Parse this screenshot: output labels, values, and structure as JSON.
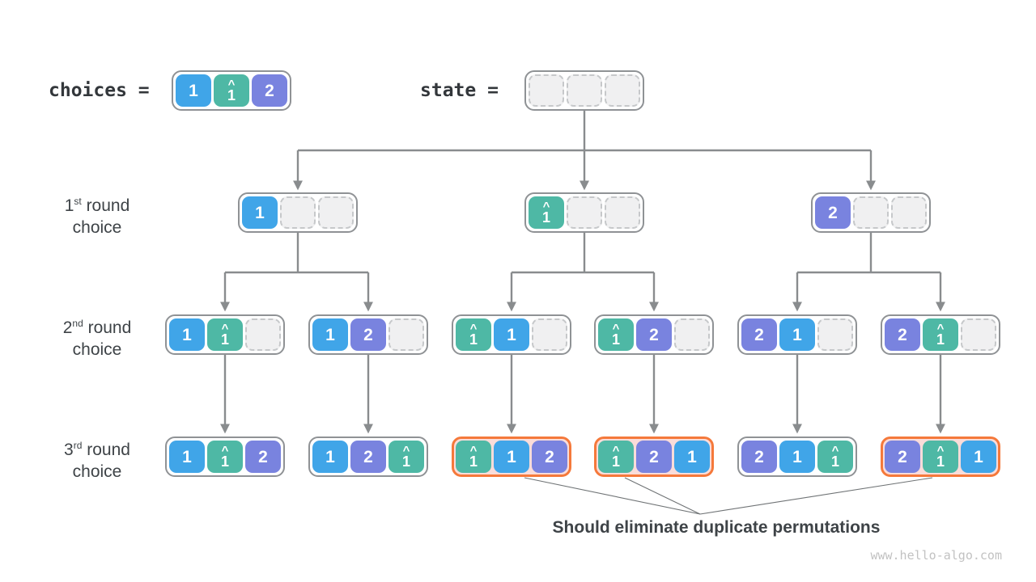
{
  "header": {
    "choices_label": "choices =",
    "state_label": "state =",
    "choices_cells": [
      {
        "value": "1",
        "color": "blue"
      },
      {
        "value": "1",
        "color": "teal",
        "hat": true
      },
      {
        "value": "2",
        "color": "purple"
      }
    ],
    "state_cells": [
      {
        "empty": true
      },
      {
        "empty": true
      },
      {
        "empty": true
      }
    ]
  },
  "row_labels": [
    {
      "ordinal": "1",
      "suffix": "st",
      "rest": " round",
      "line2": "choice"
    },
    {
      "ordinal": "2",
      "suffix": "nd",
      "rest": " round",
      "line2": "choice"
    },
    {
      "ordinal": "3",
      "suffix": "rd",
      "rest": " round",
      "line2": "choice"
    }
  ],
  "tree": {
    "level1": [
      {
        "cells": [
          {
            "value": "1",
            "color": "blue"
          },
          {
            "empty": true
          },
          {
            "empty": true
          }
        ]
      },
      {
        "cells": [
          {
            "value": "1",
            "color": "teal",
            "hat": true
          },
          {
            "empty": true
          },
          {
            "empty": true
          }
        ]
      },
      {
        "cells": [
          {
            "value": "2",
            "color": "purple"
          },
          {
            "empty": true
          },
          {
            "empty": true
          }
        ]
      }
    ],
    "level2": [
      {
        "cells": [
          {
            "value": "1",
            "color": "blue"
          },
          {
            "value": "1",
            "color": "teal",
            "hat": true
          },
          {
            "empty": true
          }
        ]
      },
      {
        "cells": [
          {
            "value": "1",
            "color": "blue"
          },
          {
            "value": "2",
            "color": "purple"
          },
          {
            "empty": true
          }
        ]
      },
      {
        "cells": [
          {
            "value": "1",
            "color": "teal",
            "hat": true
          },
          {
            "value": "1",
            "color": "blue"
          },
          {
            "empty": true
          }
        ]
      },
      {
        "cells": [
          {
            "value": "1",
            "color": "teal",
            "hat": true
          },
          {
            "value": "2",
            "color": "purple"
          },
          {
            "empty": true
          }
        ]
      },
      {
        "cells": [
          {
            "value": "2",
            "color": "purple"
          },
          {
            "value": "1",
            "color": "blue"
          },
          {
            "empty": true
          }
        ]
      },
      {
        "cells": [
          {
            "value": "2",
            "color": "purple"
          },
          {
            "value": "1",
            "color": "teal",
            "hat": true
          },
          {
            "empty": true
          }
        ]
      }
    ],
    "level3": [
      {
        "cells": [
          {
            "value": "1",
            "color": "blue"
          },
          {
            "value": "1",
            "color": "teal",
            "hat": true
          },
          {
            "value": "2",
            "color": "purple"
          }
        ]
      },
      {
        "cells": [
          {
            "value": "1",
            "color": "blue"
          },
          {
            "value": "2",
            "color": "purple"
          },
          {
            "value": "1",
            "color": "teal",
            "hat": true
          }
        ]
      },
      {
        "cells": [
          {
            "value": "1",
            "color": "teal",
            "hat": true
          },
          {
            "value": "1",
            "color": "blue"
          },
          {
            "value": "2",
            "color": "purple"
          }
        ],
        "highlighted": true
      },
      {
        "cells": [
          {
            "value": "1",
            "color": "teal",
            "hat": true
          },
          {
            "value": "2",
            "color": "purple"
          },
          {
            "value": "1",
            "color": "blue"
          }
        ],
        "highlighted": true
      },
      {
        "cells": [
          {
            "value": "2",
            "color": "purple"
          },
          {
            "value": "1",
            "color": "blue"
          },
          {
            "value": "1",
            "color": "teal",
            "hat": true
          }
        ]
      },
      {
        "cells": [
          {
            "value": "2",
            "color": "purple"
          },
          {
            "value": "1",
            "color": "teal",
            "hat": true
          },
          {
            "value": "1",
            "color": "blue"
          }
        ],
        "highlighted": true
      }
    ]
  },
  "annotation": {
    "text": "Should eliminate duplicate permutations"
  },
  "watermark": "www.hello-algo.com",
  "colors": {
    "blue": "#40A5E8",
    "teal": "#4EB8A5",
    "purple": "#7983DF",
    "node_border": "#8F9295",
    "connector": "#898C8E",
    "highlight_border": "#F5793B",
    "highlight_fill": "#FADCD9",
    "text": "#3E4347"
  }
}
